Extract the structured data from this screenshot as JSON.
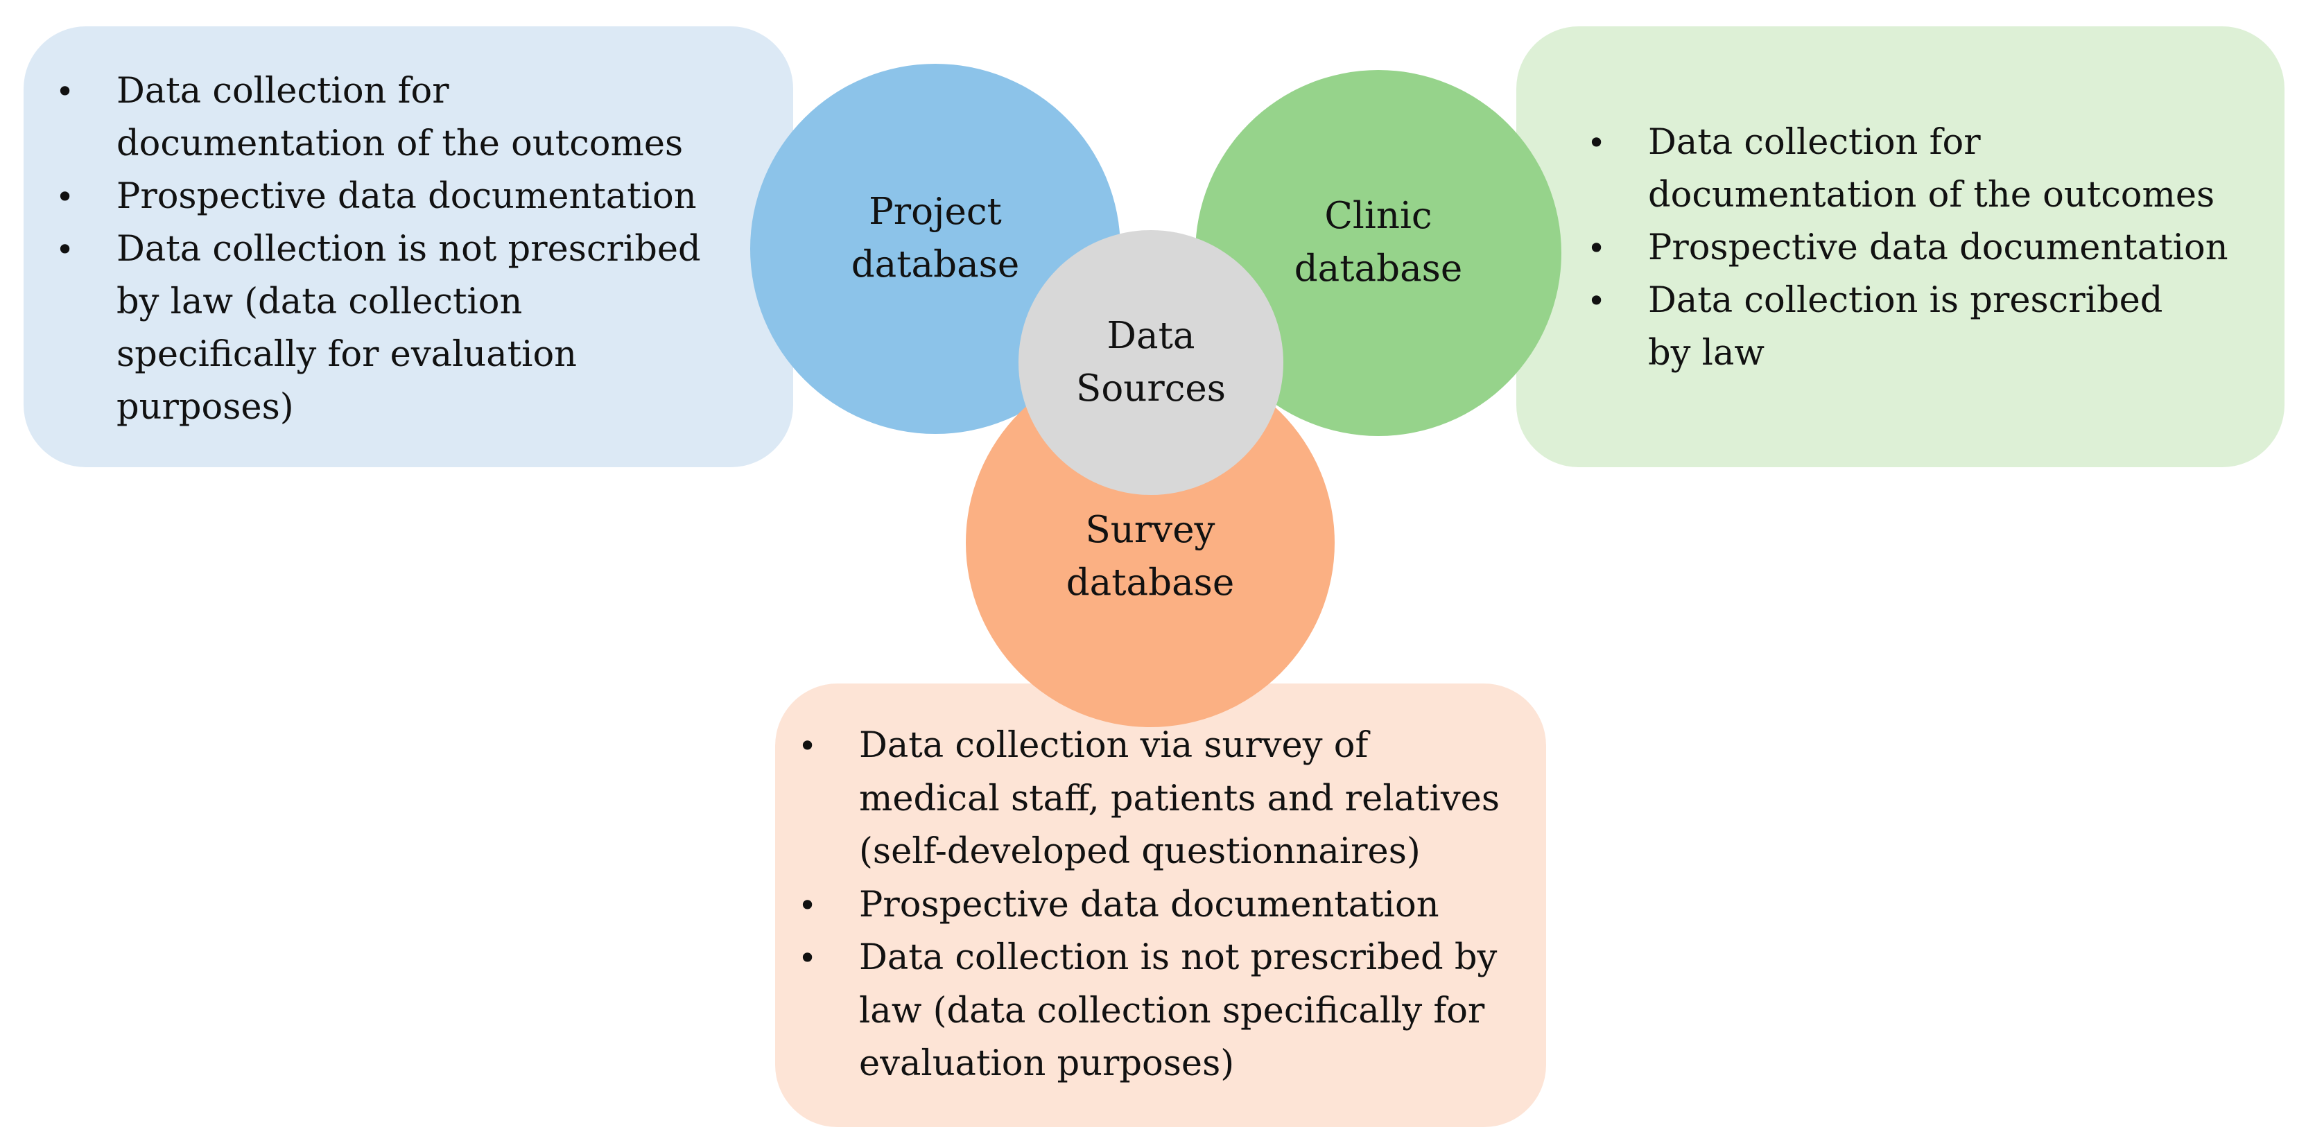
{
  "colors": {
    "project_box": "#dce9f5",
    "project_circle": "#8cc3e9",
    "clinic_box": "#ddf0d6",
    "clinic_circle": "#96d38b",
    "survey_box": "#fde4d6",
    "survey_circle": "#fbb083",
    "center_circle": "#d8d8d8"
  },
  "center": {
    "label": "Data\nSources"
  },
  "project": {
    "label": "Project\ndatabase",
    "items": [
      "Data collection for\ndocumentation of the outcomes",
      "Prospective data documentation",
      "Data collection is not prescribed\nby law (data collection\nspecifically for evaluation\npurposes)"
    ]
  },
  "clinic": {
    "label": "Clinic\ndatabase",
    "items": [
      "Data collection for\ndocumentation of the outcomes",
      "Prospective data documentation",
      "Data collection is prescribed\nby law"
    ]
  },
  "survey": {
    "label": "Survey\ndatabase",
    "items": [
      "Data collection via survey of\nmedical staff, patients and relatives\n(self-developed questionnaires)",
      "Prospective data documentation",
      "Data collection is not prescribed by\nlaw (data collection specifically for\nevaluation purposes)"
    ]
  },
  "bullet": "•"
}
